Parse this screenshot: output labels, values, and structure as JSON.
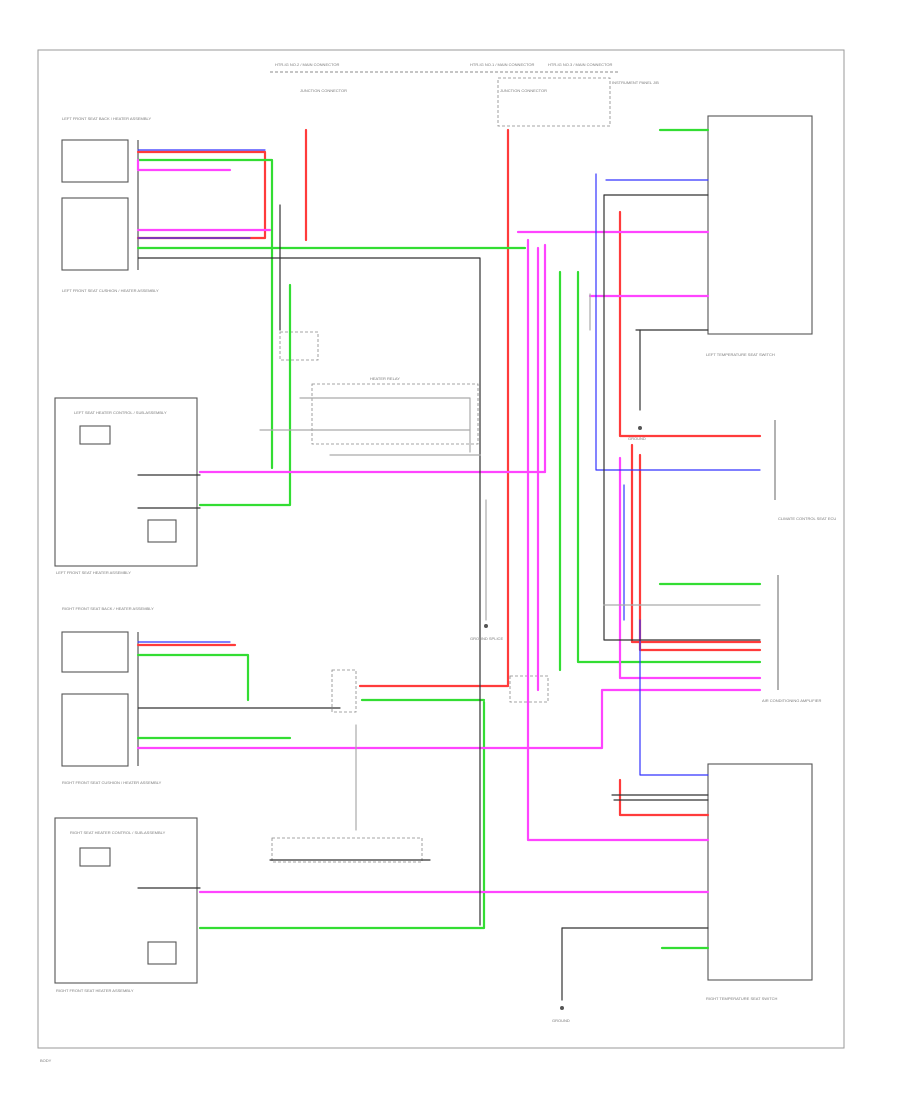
{
  "diagram": {
    "colors": {
      "red": "#ff3b3b",
      "green": "#33dd33",
      "pink": "#ff44ff",
      "blue": "#3333ff",
      "black": "#333333",
      "gray": "#aaaaaa",
      "frame": "#9a9a9a"
    },
    "labels": {
      "top_fuse_left": "HTR-IG NO.2 / MAIN CONNECTOR",
      "top_fuse_mid": "HTR-IG NO.1 / MAIN CONNECTOR",
      "top_fuse_right": "HTR-IG NO.3 / MAIN CONNECTOR",
      "jb_left": "JUNCTION CONNECTOR",
      "jb_mid": "JUNCTION CONNECTOR",
      "jb_right": "INSTRUMENT PANEL J/B",
      "lf_heater_1": "LEFT FRONT SEAT BACK / HEATER ASSEMBLY",
      "lf_heater_2": "LEFT FRONT SEAT CUSHION / HEATER ASSEMBLY",
      "lf_control": "LEFT SEAT HEATER CONTROL / SUB-ASSEMBLY",
      "lf_caption": "LEFT FRONT SEAT HEATER ASSEMBLY",
      "rf_heater_1": "RIGHT FRONT SEAT BACK / HEATER ASSEMBLY",
      "rf_heater_2": "RIGHT FRONT SEAT CUSHION / HEATER ASSEMBLY",
      "rf_control": "RIGHT SEAT HEATER CONTROL / SUB-ASSEMBLY",
      "rf_caption": "RIGHT FRONT SEAT HEATER ASSEMBLY",
      "relay_box": "HEATER RELAY",
      "ground_mid": "GROUND",
      "ground_right": "GROUND",
      "lf_switch_caption": "LEFT TEMPERATURE SEAT SWITCH",
      "rf_switch_caption": "RIGHT TEMPERATURE SEAT SWITCH",
      "climate_ecu": "CLIMATE CONTROL SEAT ECU",
      "ac_amp": "AIR CONDITIONING AMPLIFIER",
      "ground_splice": "GROUND SPLICE",
      "footer": "BODY"
    }
  }
}
